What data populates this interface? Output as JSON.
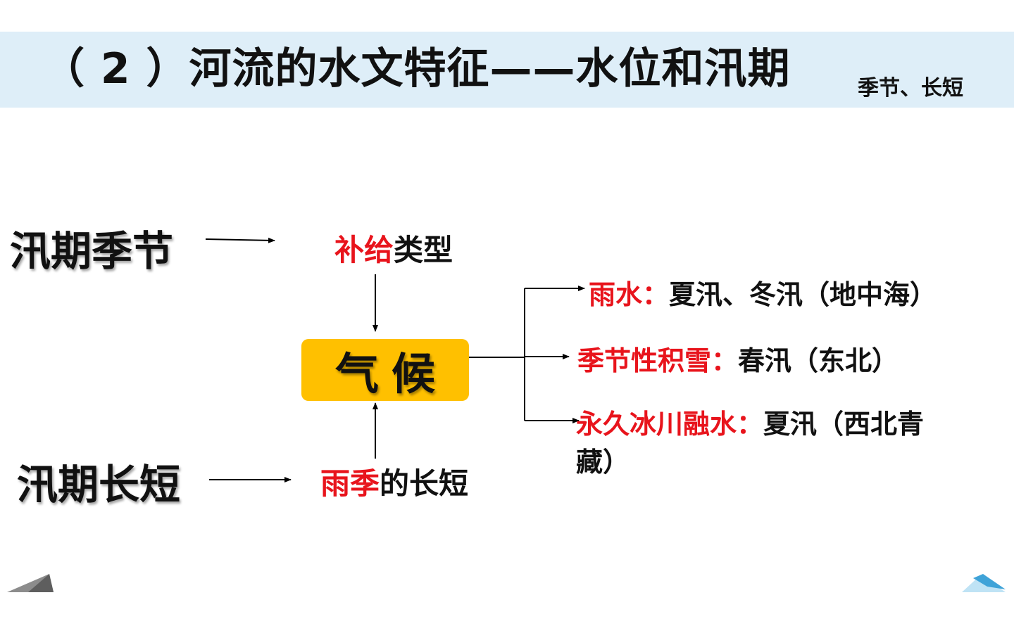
{
  "title": {
    "main": "（ 2 ）河流的水文特征——水位和汛期",
    "sub": "季节、长短"
  },
  "left": {
    "season": "汛期季节",
    "length": "汛期长短"
  },
  "middle": {
    "supply_red": "补给",
    "supply_black": "类型",
    "climate": "气候",
    "rain_red": "雨季",
    "rain_black": "的长短"
  },
  "branches": [
    {
      "cause": "雨水：",
      "effect": "夏汛、冬汛（地中海）"
    },
    {
      "cause": "季节性积雪：",
      "effect": "春汛（东北）"
    },
    {
      "cause": "永久冰川融水：",
      "effect_line1": "夏汛（西北青",
      "effect_line2": "藏）"
    }
  ],
  "colors": {
    "highlight_red": "#e8141c",
    "climate_box": "#ffc000",
    "title_band": "#deeef8"
  }
}
